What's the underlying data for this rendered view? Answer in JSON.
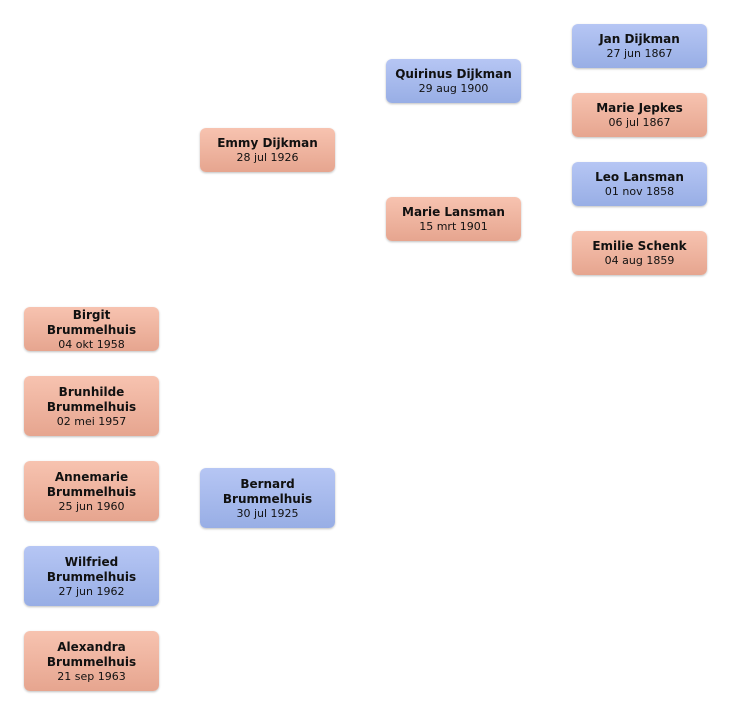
{
  "colors": {
    "female": "#efb39e",
    "male": "#a6b9ec"
  },
  "people": {
    "jan": {
      "name": "Jan Dijkman",
      "date": "27 jun 1867",
      "gender": "male"
    },
    "marie_jepkes": {
      "name": "Marie Jepkes",
      "date": "06 jul 1867",
      "gender": "female"
    },
    "leo": {
      "name": "Leo Lansman",
      "date": "01 nov 1858",
      "gender": "male"
    },
    "emilie": {
      "name": "Emilie Schenk",
      "date": "04 aug 1859",
      "gender": "female"
    },
    "quirinus": {
      "name": "Quirinus Dijkman",
      "date": "29 aug 1900",
      "gender": "male"
    },
    "marie_lansman": {
      "name": "Marie Lansman",
      "date": "15 mrt 1901",
      "gender": "female"
    },
    "emmy": {
      "name": "Emmy Dijkman",
      "date": "28 jul 1926",
      "gender": "female"
    },
    "bernard": {
      "name": "Bernard Brummelhuis",
      "date": "30 jul 1925",
      "gender": "male"
    },
    "birgit": {
      "name": "Birgit Brummelhuis",
      "date": "04 okt 1958",
      "gender": "female"
    },
    "brunhilde": {
      "name": "Brunhilde Brummelhuis",
      "date": "02 mei 1957",
      "gender": "female"
    },
    "annemarie": {
      "name": "Annemarie Brummelhuis",
      "date": "25 jun 1960",
      "gender": "female"
    },
    "wilfried": {
      "name": "Wilfried Brummelhuis",
      "date": "27 jun 1962",
      "gender": "male"
    },
    "alexandra": {
      "name": "Alexandra Brummelhuis",
      "date": "21 sep 1963",
      "gender": "female"
    }
  }
}
